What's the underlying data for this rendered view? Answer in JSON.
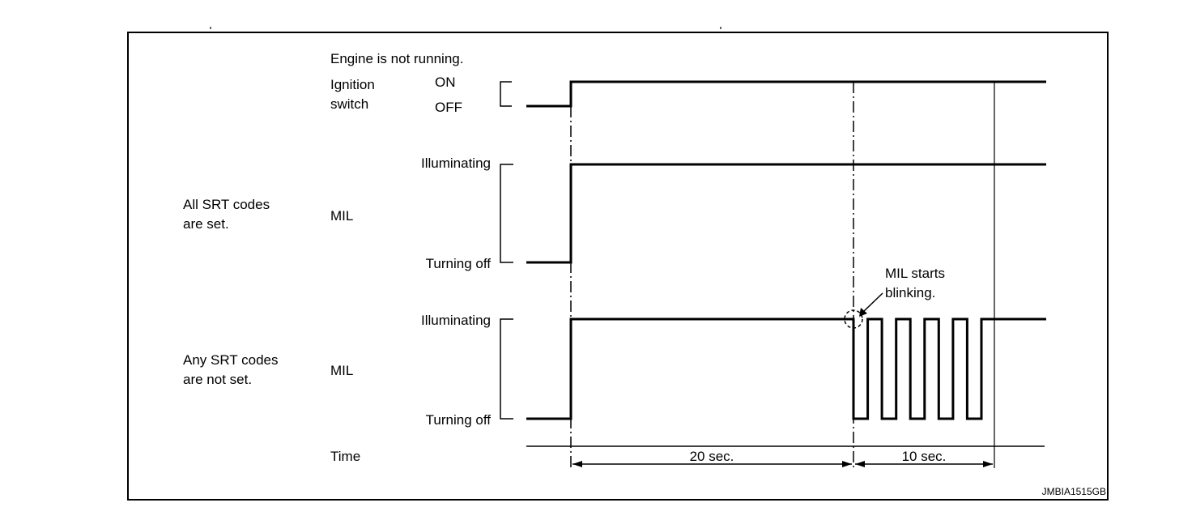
{
  "header": {
    "condition": "Engine is not running."
  },
  "ignition": {
    "label_line1": "Ignition",
    "label_line2": "switch",
    "state_on": "ON",
    "state_off": "OFF"
  },
  "case_all_set": {
    "condition_line1": "All SRT codes",
    "condition_line2": "are set.",
    "signal": "MIL",
    "state_high": "Illuminating",
    "state_low": "Turning off"
  },
  "case_not_set": {
    "condition_line1": "Any SRT codes",
    "condition_line2": "are not set.",
    "signal": "MIL",
    "state_high": "Illuminating",
    "state_low": "Turning off"
  },
  "annotation": {
    "line1": "MIL starts",
    "line2": "blinking."
  },
  "time_axis": {
    "label": "Time",
    "intervals": [
      {
        "duration_sec": 20,
        "label": "20 sec."
      },
      {
        "duration_sec": 10,
        "label": "10 sec."
      }
    ]
  },
  "blink": {
    "pulses_low": 5
  },
  "figure_id": "JMBIA1515GB"
}
